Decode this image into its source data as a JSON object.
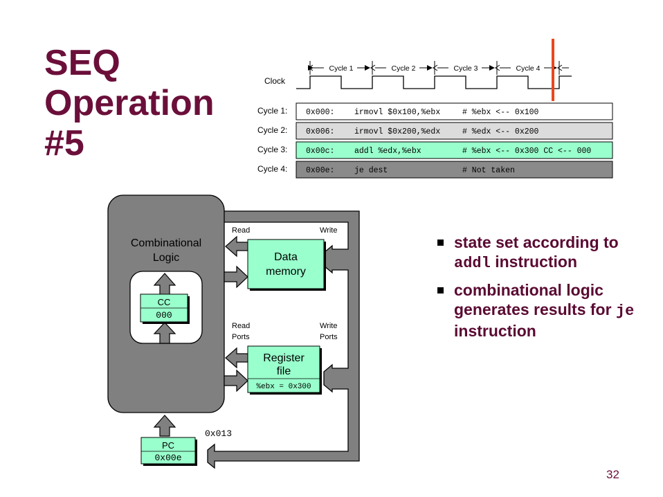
{
  "title": {
    "line1": "SEQ",
    "line2": "Operation",
    "line3": "#5"
  },
  "timing": {
    "clock_label": "Clock",
    "cycle_headers": [
      "Cycle 1",
      "Cycle 2",
      "Cycle 3",
      "Cycle 4"
    ],
    "rows": [
      {
        "label": "Cycle 1:",
        "addr": "0x000:",
        "instr": "irmovl $0x100,%ebx",
        "comment": "# %ebx <-- 0x100",
        "fill": "#ffffff"
      },
      {
        "label": "Cycle 2:",
        "addr": "0x006:",
        "instr": "irmovl $0x200,%edx",
        "comment": "# %edx <-- 0x200",
        "fill": "#dcdcdc"
      },
      {
        "label": "Cycle 3:",
        "addr": "0x00c:",
        "instr": "addl %edx,%ebx",
        "comment": "# %ebx <-- 0x300 CC <-- 000",
        "fill": "#99ffcc"
      },
      {
        "label": "Cycle 4:",
        "addr": "0x00e:",
        "instr": "je dest",
        "comment": "# Not taken",
        "fill": "#8a8a8a"
      }
    ],
    "marker_color": "#e8481e"
  },
  "diagram": {
    "comb_logic_line1": "Combinational",
    "comb_logic_line2": "Logic",
    "cc_label": "CC",
    "cc_value": "000",
    "data_mem_line1": "Data",
    "data_mem_line2": "memory",
    "read_label": "Read",
    "write_label": "Write",
    "read_ports_line1": "Read",
    "read_ports_line2": "Ports",
    "write_ports_line1": "Write",
    "write_ports_line2": "Ports",
    "regfile_line1": "Register",
    "regfile_line2": "file",
    "regfile_value": "%ebx = 0x300",
    "pc_label": "PC",
    "pc_value": "0x00e",
    "next_pc": "0x013",
    "colors": {
      "state": "#99ffcc",
      "logic": "#808080",
      "bus": "#808080"
    }
  },
  "bullets": [
    {
      "before": "state set according to ",
      "code": "addl",
      "after": " instruction"
    },
    {
      "before": "combinational logic generates results for ",
      "code": "je",
      "after": " instruction"
    }
  ],
  "page_number": "32"
}
